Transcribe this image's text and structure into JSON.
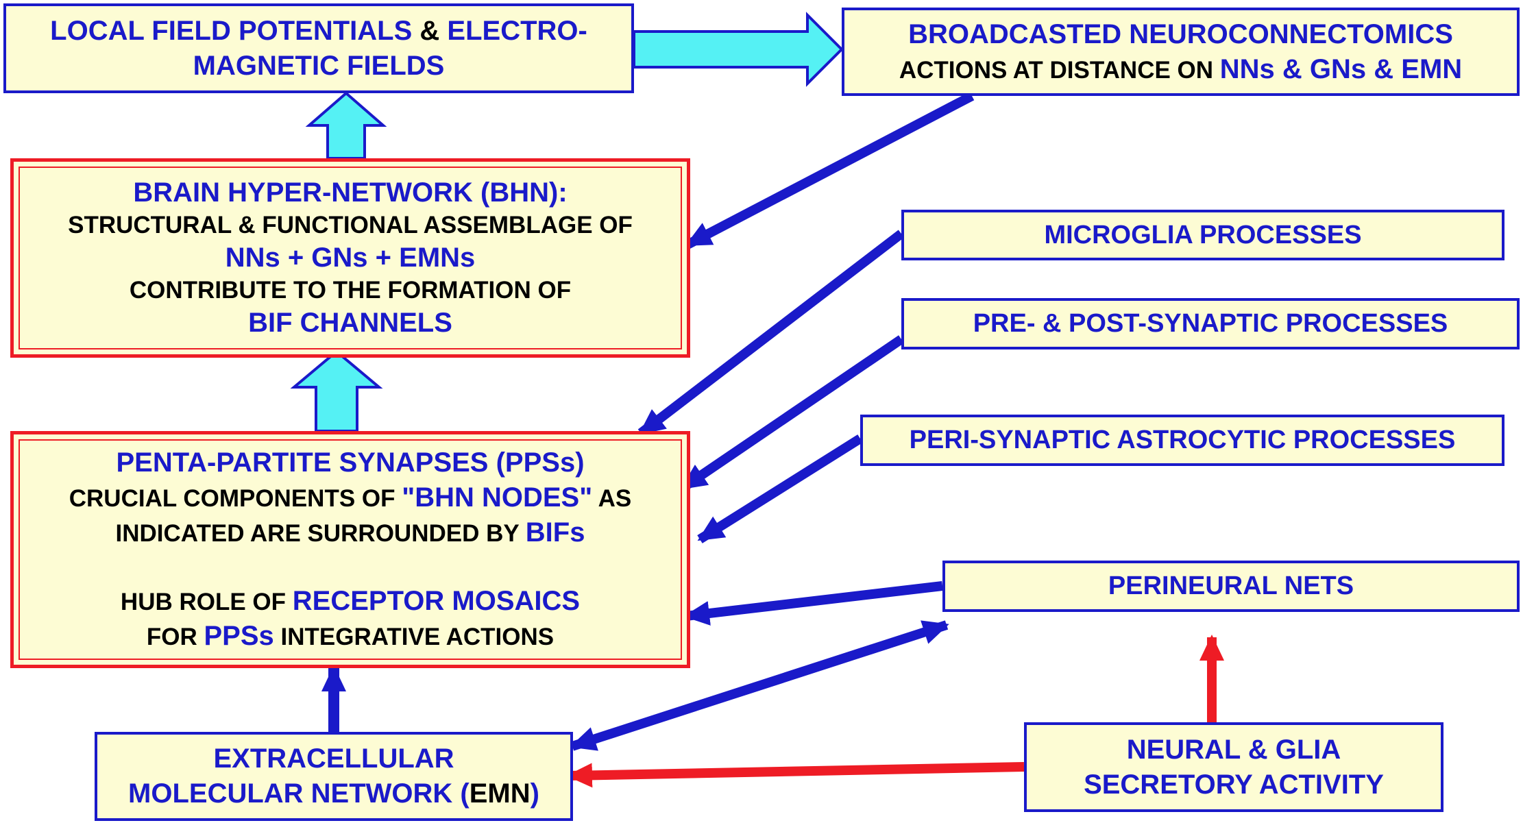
{
  "colors": {
    "box_fill": "#fdfcd4",
    "blue": "#1a1ac9",
    "red": "#ee1c25",
    "cyan_arrow": "#55f1f4",
    "text_dark": "#000000"
  },
  "boxes": {
    "lfp": {
      "line1_a": "LOCAL FIELD POTENTIALS",
      "line1_b": " & ",
      "line1_c": "ELECTRO-",
      "line2": "MAGNETIC FIELDS"
    },
    "broadcast": {
      "line1": "BROADCASTED NEUROCONNECTOMICS",
      "line2_a": "ACTIONS AT DISTANCE ON  ",
      "line2_b": "NNs & GNs & EMN"
    },
    "bhn": {
      "line1": "BRAIN HYPER-NETWORK (BHN):",
      "line2": "STRUCTURAL & FUNCTIONAL ASSEMBLAGE OF",
      "line3": "NNs + GNs + EMNs",
      "line4": "CONTRIBUTE TO THE FORMATION OF",
      "line5": "BIF CHANNELS"
    },
    "pps": {
      "line1": "PENTA-PARTITE SYNAPSES (PPSs)",
      "line2_a": "CRUCIAL COMPONENTS OF ",
      "line2_b": "\"BHN NODES\"",
      "line2_c": " AS",
      "line3_a": "INDICATED ARE SURROUNDED BY ",
      "line3_b": "BIFs",
      "line4_a": "HUB ROLE OF ",
      "line4_b": "RECEPTOR MOSAICS",
      "line5_a": "FOR ",
      "line5_b": "PPSs",
      "line5_c": " INTEGRATIVE ACTIONS"
    },
    "microglia": {
      "label": "MICROGLIA PROCESSES"
    },
    "synaptic": {
      "label": "PRE- & POST-SYNAPTIC PROCESSES"
    },
    "astro": {
      "label": "PERI-SYNAPTIC ASTROCYTIC PROCESSES"
    },
    "perineural": {
      "label": "PERINEURAL NETS"
    },
    "emn": {
      "line1": "EXTRACELLULAR",
      "line2_a": "MOLECULAR NETWORK (",
      "line2_b": "EMN",
      "line2_c": ")"
    },
    "secretory": {
      "line1": "NEURAL & GLIA",
      "line2": "SECRETORY ACTIVITY"
    }
  }
}
